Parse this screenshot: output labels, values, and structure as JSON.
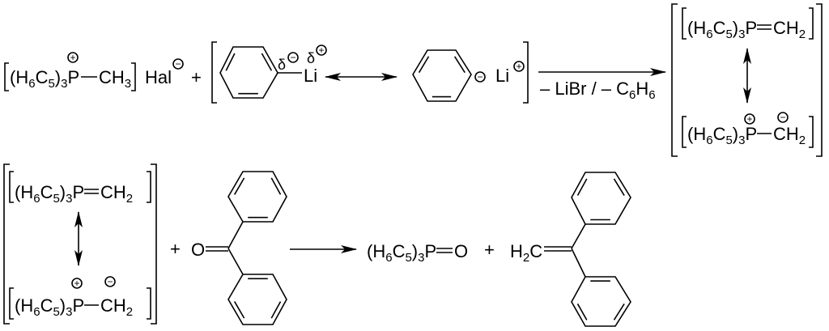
{
  "reaction1": {
    "phosphonium_salt": {
      "cation": "(H_6C_5)_3P",
      "cation_charge": "+",
      "methyl": "CH_3",
      "anion": "Hal",
      "anion_charge": "−"
    },
    "plus": "+",
    "phenyllithium": {
      "partial_negative": "δ",
      "partial_negative_charge": "−",
      "metal": "Li",
      "partial_positive": "δ",
      "partial_positive_charge": "+"
    },
    "phenyl_anion": {
      "carbanion_charge": "−",
      "metal": "Li",
      "metal_charge": "+"
    },
    "conditions": "– LiBr / – C_6H_6",
    "ylide": {
      "ylene_phosphorus": "(H_6C_5)_3P",
      "ylene_methylene": "CH_2",
      "ylide_phosphorus": "(H_6C_5)_3P",
      "ylide_phosphorus_charge": "+",
      "ylide_methylene": "CH_2",
      "ylide_methylene_charge": "−"
    }
  },
  "reaction2": {
    "ylide": {
      "ylene_phosphorus": "(H_6C_5)_3P",
      "ylene_methylene": "CH_2",
      "ylide_phosphorus": "(H_6C_5)_3P",
      "ylide_phosphorus_charge": "+",
      "ylide_methylene": "CH_2",
      "ylide_methylene_charge": "−"
    },
    "plus1": "+",
    "benzophenone_oxygen": "O",
    "product_phosphine_oxide": "(H_6C_5)_3P",
    "product_oxide_oxygen": "O",
    "plus2": "+",
    "product_alkene_methylene": "H_2C"
  }
}
